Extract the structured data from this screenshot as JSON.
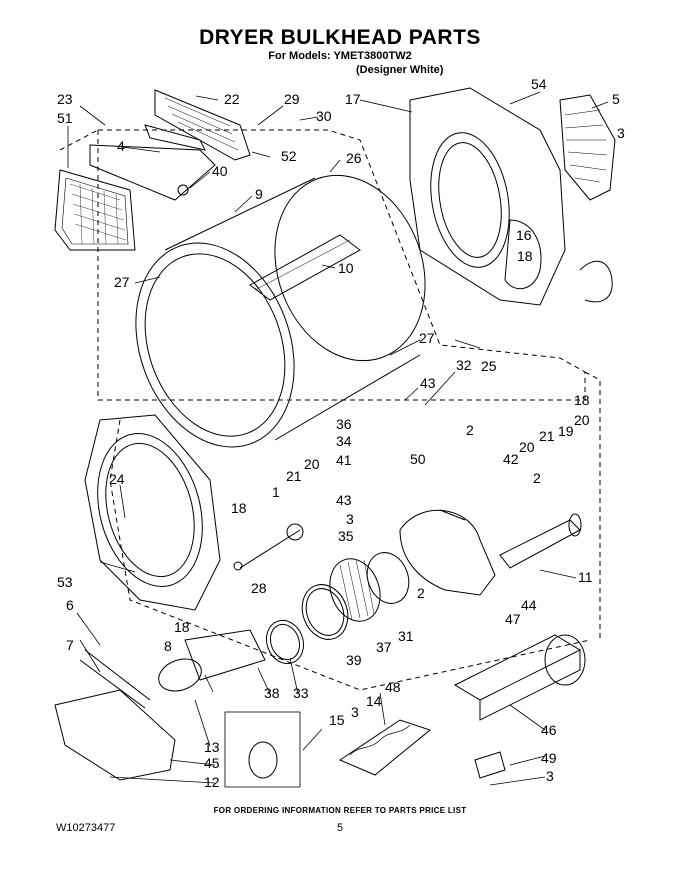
{
  "header": {
    "title": "DRYER BULKHEAD PARTS",
    "models_line": "For Models: YMET3800TW2",
    "color_line": "(Designer White)"
  },
  "footer": {
    "ordering_note": "FOR ORDERING INFORMATION REFER TO PARTS PRICE LIST",
    "document_number": "W10273477",
    "page_number": "5"
  },
  "callouts": [
    "23",
    "22",
    "29",
    "17",
    "54",
    "5",
    "51",
    "30",
    "4",
    "52",
    "26",
    "3",
    "40",
    "9",
    "16",
    "18",
    "10",
    "27",
    "27",
    "25",
    "32",
    "43",
    "36",
    "34",
    "41",
    "18",
    "20",
    "19",
    "21",
    "2",
    "20",
    "42",
    "21",
    "24",
    "20",
    "1",
    "43",
    "2",
    "3",
    "50",
    "18",
    "35",
    "53",
    "28",
    "11",
    "6",
    "18",
    "44",
    "47",
    "2",
    "7",
    "8",
    "39",
    "37",
    "31",
    "48",
    "38",
    "33",
    "3",
    "14",
    "15",
    "46",
    "13",
    "45",
    "49",
    "12",
    "3"
  ]
}
